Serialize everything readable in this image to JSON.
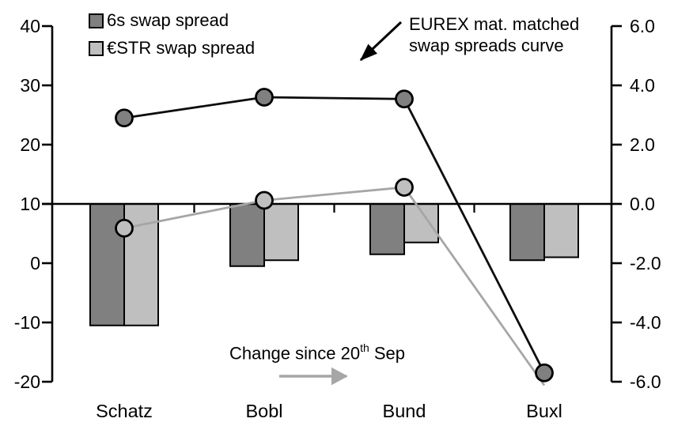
{
  "chart_data": {
    "type": "combo",
    "title": "",
    "categories": [
      "Schatz",
      "Bobl",
      "Bund",
      "Buxl"
    ],
    "left_axis": {
      "tick_labels": [
        "40",
        "30",
        "20",
        "10",
        "0",
        "-10",
        "-20"
      ],
      "tick_values": [
        40,
        30,
        20,
        10,
        0,
        -10,
        -20
      ],
      "min": -20,
      "max": 40
    },
    "right_axis": {
      "tick_labels": [
        "6.0",
        "4.0",
        "2.0",
        "0.0",
        "-2.0",
        "-4.0",
        "-6.0"
      ],
      "tick_values": [
        6,
        4,
        2,
        0,
        -2,
        -4,
        -6
      ],
      "min": -6,
      "max": 6
    },
    "baseline": {
      "left_value": 10,
      "right_value": 0
    },
    "grid": "off",
    "legend_position": "top-left",
    "series": [
      {
        "id": "bar-6s",
        "name": "6s swap spread",
        "type": "bar",
        "axis": "right",
        "fill": "#808080",
        "stroke": "#000000",
        "values": [
          -4.1,
          -2.1,
          -1.7,
          -1.9
        ]
      },
      {
        "id": "bar-estr",
        "name": "€STR swap spread",
        "type": "bar",
        "axis": "right",
        "fill": "#bfbfbf",
        "stroke": "#000000",
        "values": [
          -4.1,
          -1.9,
          -1.3,
          -1.8
        ]
      },
      {
        "id": "line-estr",
        "name": "€STR swap spread",
        "type": "line",
        "axis": "left",
        "color": "#a6a6a6",
        "marker_fill": "#bfbfbf",
        "marker_stroke": "#000000",
        "values": [
          5.9,
          10.6,
          12.8,
          -20.6
        ],
        "last_marker_hidden": true
      },
      {
        "id": "line-6s",
        "name": "6s swap spread",
        "type": "line",
        "axis": "left",
        "color": "#0d0d0d",
        "marker_fill": "#808080",
        "marker_stroke": "#000000",
        "values": [
          24.5,
          28.0,
          27.7,
          -18.5
        ],
        "last_marker_hidden": false
      }
    ]
  },
  "legend": {
    "items": [
      {
        "label": "6s swap spread",
        "color": "#808080"
      },
      {
        "label": "€STR swap spread",
        "color": "#bfbfbf"
      }
    ]
  },
  "annotations": {
    "curve": {
      "line1": "EUREX mat. matched",
      "line2": "swap spreads curve",
      "arrow_color": "#000000"
    },
    "change": {
      "prefix": "Change since 20",
      "sup": "th",
      "suffix": " Sep",
      "arrow_color": "#a6a6a6"
    }
  }
}
